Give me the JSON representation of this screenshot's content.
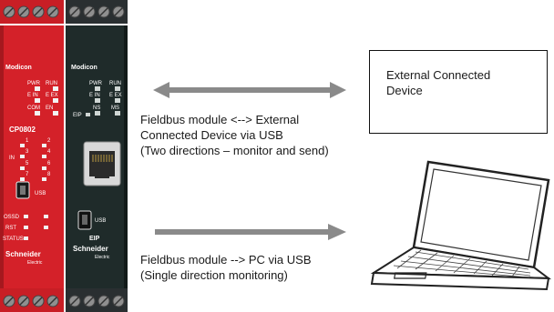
{
  "modules": {
    "left": {
      "brand": "Modicon",
      "model": "CP0802",
      "leds": [
        "PWR",
        "RUN",
        "E IN",
        "E EX",
        "COM",
        "EN"
      ],
      "channel_labels": [
        "1",
        "2",
        "3",
        "4",
        "5",
        "6",
        "7",
        "8"
      ],
      "in_label": "IN",
      "usb_label": "USB",
      "bottom_labels": [
        "OSSD",
        "RST",
        "STATUS"
      ],
      "logo": "Schneider",
      "logo_sub": "Electric"
    },
    "right": {
      "brand": "Modicon",
      "model": "EIP",
      "leds": [
        "PWR",
        "RUN",
        "E IN",
        "E EX",
        "NS",
        "MS",
        "EIP"
      ],
      "usb_label": "USB",
      "logo": "Schneider",
      "logo_sub": "Electric"
    }
  },
  "captions": {
    "bidirectional": [
      "Fieldbus module <--> External",
      "Connected Device via USB",
      "(Two directions – monitor and send)"
    ],
    "unidirectional": [
      "Fieldbus module --> PC via USB",
      "(Single direction monitoring)"
    ]
  },
  "external_device": {
    "label": [
      "External Connected",
      "Device"
    ]
  },
  "colors": {
    "red_module": "#d42129",
    "dark_module": "#1f2b2a",
    "arrow": "#8a8a8a"
  },
  "icons": [
    "terminal-screw-icon",
    "led-indicator-icon",
    "usb-port-icon",
    "ethernet-port-icon",
    "laptop-icon",
    "double-arrow-icon",
    "arrow-icon"
  ]
}
